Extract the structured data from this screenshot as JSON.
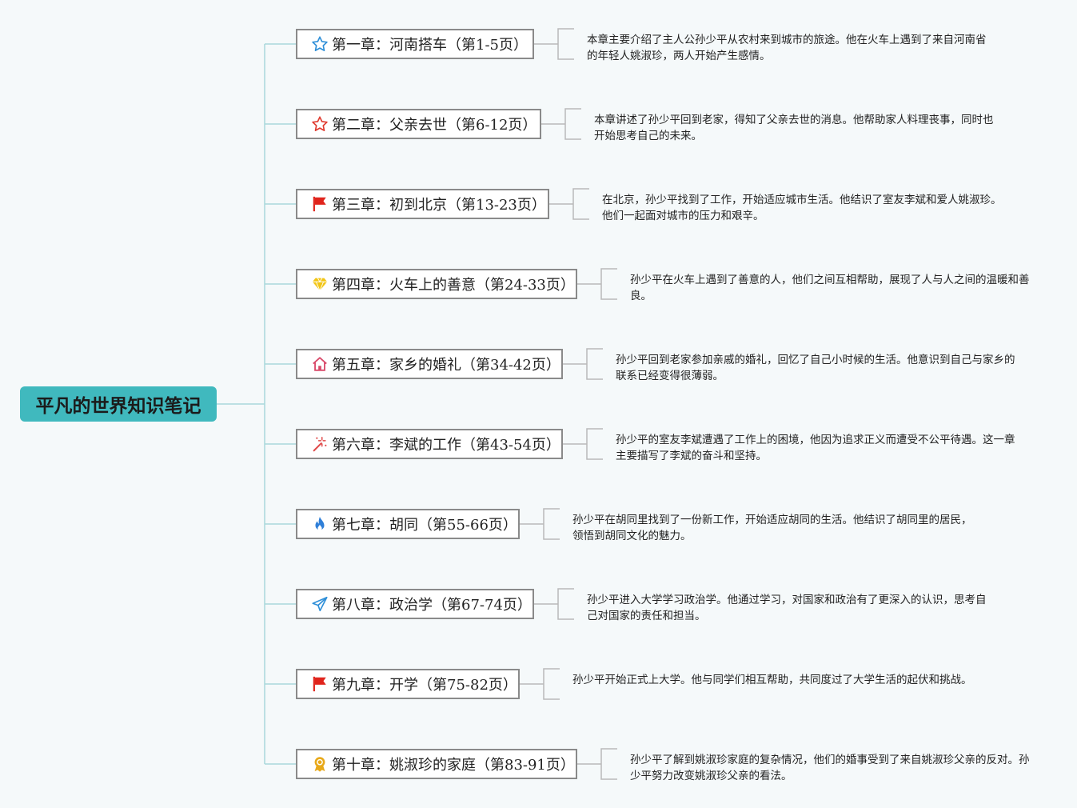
{
  "root": {
    "title": "平凡的世界知识笔记"
  },
  "colors": {
    "root_fill": "#40b9be",
    "connector": "#a9d8db",
    "bracket": "#b9b9b9",
    "node_border": "#8a8a8a"
  },
  "chapters": [
    {
      "title": "第一章：河南搭车（第1-5页）",
      "icon": "star-outline-icon",
      "icon_color": "#2f8fd8",
      "summary": "本章主要介绍了主人公孙少平从农村来到城市的旅途。他在火车上遇到了来自河南省的年轻人姚淑珍，两人开始产生感情。"
    },
    {
      "title": "第二章：父亲去世（第6-12页）",
      "icon": "star-outline-icon",
      "icon_color": "#e03a2f",
      "summary": "本章讲述了孙少平回到老家，得知了父亲去世的消息。他帮助家人料理丧事，同时也开始思考自己的未来。"
    },
    {
      "title": "第三章：初到北京（第13-23页）",
      "icon": "flag-icon",
      "icon_color": "#e0241c",
      "summary": "在北京，孙少平找到了工作，开始适应城市生活。他结识了室友李斌和爱人姚淑珍。他们一起面对城市的压力和艰辛。"
    },
    {
      "title": "第四章：火车上的善意（第24-33页）",
      "icon": "diamond-icon",
      "icon_color": "#f2c515",
      "summary": "孙少平在火车上遇到了善意的人，他们之间互相帮助，展现了人与人之间的温暖和善良。"
    },
    {
      "title": "第五章：家乡的婚礼（第34-42页）",
      "icon": "home-icon",
      "icon_color": "#d94a6a",
      "summary": "孙少平回到老家参加亲戚的婚礼，回忆了自己小时候的生活。他意识到自己与家乡的联系已经变得很薄弱。"
    },
    {
      "title": "第六章：李斌的工作（第43-54页）",
      "icon": "magic-wand-icon",
      "icon_color": "#e04a4a",
      "summary": "孙少平的室友李斌遭遇了工作上的困境，他因为追求正义而遭受不公平待遇。这一章主要描写了李斌的奋斗和坚持。"
    },
    {
      "title": "第七章：胡同（第55-66页）",
      "icon": "flame-icon",
      "icon_color": "#2f7fd8",
      "summary": "孙少平在胡同里找到了一份新工作，开始适应胡同的生活。他结识了胡同里的居民，领悟到胡同文化的魅力。"
    },
    {
      "title": "第八章：政治学（第67-74页）",
      "icon": "paper-plane-icon",
      "icon_color": "#2f8fd8",
      "summary": "孙少平进入大学学习政治学。他通过学习，对国家和政治有了更深入的认识，思考自己对国家的责任和担当。"
    },
    {
      "title": "第九章：开学（第75-82页）",
      "icon": "flag-icon",
      "icon_color": "#e0241c",
      "summary": "孙少平开始正式上大学。他与同学们相互帮助，共同度过了大学生活的起伏和挑战。"
    },
    {
      "title": "第十章：姚淑珍的家庭（第83-91页）",
      "icon": "award-ribbon-icon",
      "icon_color": "#e8a91a",
      "summary": "孙少平了解到姚淑珍家庭的复杂情况，他们的婚事受到了来自姚淑珍父亲的反对。孙少平努力改变姚淑珍父亲的看法。"
    }
  ]
}
